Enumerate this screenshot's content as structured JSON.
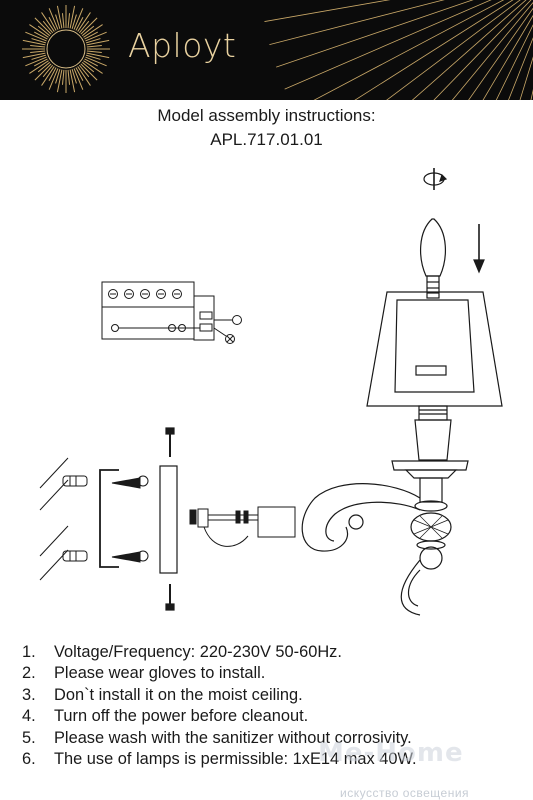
{
  "header": {
    "brand": "Aployt"
  },
  "title": {
    "line1": "Model assembly instructions:",
    "line2": "APL.717.01.01"
  },
  "notes": [
    {
      "num": "1.",
      "text": "Voltage/Frequency: 220-230V 50-60Hz."
    },
    {
      "num": "2.",
      "text": "Please wear gloves to install."
    },
    {
      "num": "3.",
      "text": "Don`t install it on the moist ceiling."
    },
    {
      "num": "4.",
      "text": "Turn off the power before cleanout."
    },
    {
      "num": "5.",
      "text": "Please wash with the sanitizer without corrosivity."
    },
    {
      "num": "6.",
      "text": "The use of lamps is permissible: 1xE14 max 40W."
    }
  ],
  "watermark": {
    "big": "Me-Home",
    "small": "искусство освещения"
  },
  "colors": {
    "header_bg": "#0b0b0b",
    "brand_gold": "#e9d2a0",
    "line": "#1a1a1a"
  },
  "icons": [
    "sun-rays-logo",
    "rotate-arrow-icon",
    "down-arrow-icon",
    "wall-lamp-drawing",
    "wiring-terminal-diagram"
  ]
}
